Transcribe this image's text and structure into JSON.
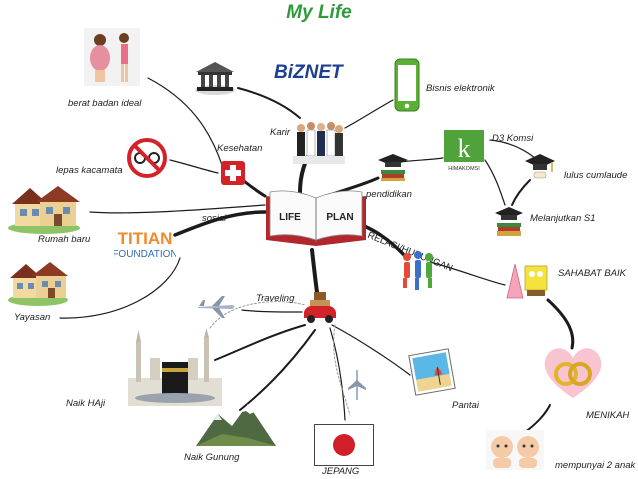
{
  "title": "My Life",
  "center": {
    "left_word": "LIFE",
    "right_word": "PLAN"
  },
  "labels": {
    "berat_badan": "berat badan ideal",
    "bisnis": "Bisnis elektronik",
    "karir": "Karir",
    "kesehatan": "Kesehatan",
    "lepas_kacamata": "lepas kacamata",
    "d3_komsi": "D3 Komsi",
    "lulus": "lulus cumlaude",
    "pendidikan": "pendidikan",
    "melanjutkan": "Melanjutkan S1",
    "rumah_baru": "Rumah baru",
    "sosial": "sosial",
    "relasi": "RELASI/HUBUNGAN",
    "sahabat": "SAHABAT BAIK",
    "yayasan": "Yayasan",
    "traveling": "Traveling",
    "naik_haji": "Naik HAji",
    "pantai": "Pantai",
    "menikah": "MENIKAH",
    "naik_gunung": "Naik Gunung",
    "jepang": "JEPANG",
    "anak": "mempunyai 2 anak"
  },
  "logos": {
    "biznet": "BiZNET",
    "titian_top": "TITIAN",
    "titian_bottom": "FOUNDATION",
    "himakomsi_letter": "k",
    "himakomsi_text": "HIMAKOMSI"
  },
  "colors": {
    "title": "#2e9a3a",
    "book_cover": "#b3262b",
    "cross": "#d3222a",
    "biznet": "#1c3f94",
    "phone": "#5ab034",
    "himakomsi": "#4fa33a",
    "japan_red": "#d11f2a"
  }
}
